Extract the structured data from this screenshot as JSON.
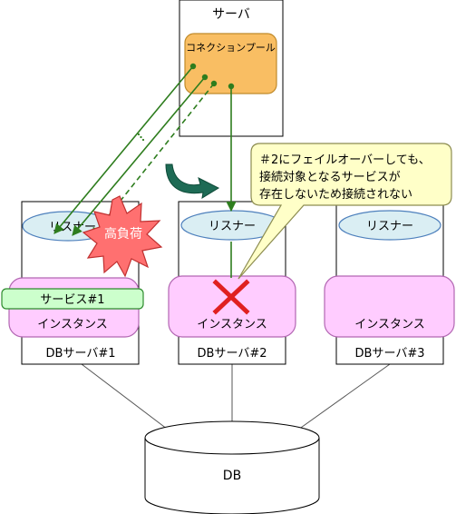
{
  "server": {
    "title": "サーバ",
    "pool_label": "コネクションプール"
  },
  "db_servers": [
    {
      "listener": "リスナー",
      "instance": "インスタンス",
      "name": "DBサーバ#1",
      "service": "サービス#1"
    },
    {
      "listener": "リスナー",
      "instance": "インスタンス",
      "name": "DBサーバ#2"
    },
    {
      "listener": "リスナー",
      "instance": "インスタンス",
      "name": "DBサーバ#3"
    }
  ],
  "high_load_label": "高負荷",
  "callout": {
    "line1": "＃2にフェイルオーバーしても、",
    "line2": "接続対象となるサービスが",
    "line3": "存在しないため接続されない"
  },
  "database_label": "DB",
  "colors": {
    "pool_fill": "#F9BE63",
    "listener_fill": "#DAEEF3",
    "instance_fill": "#FFCCFF",
    "service_fill": "#CCFFCC",
    "arrow_green": "#2E7D1E",
    "burst_fill": "#FF7070",
    "callout_fill": "#FFFFC8",
    "x_mark": "#E02020"
  }
}
